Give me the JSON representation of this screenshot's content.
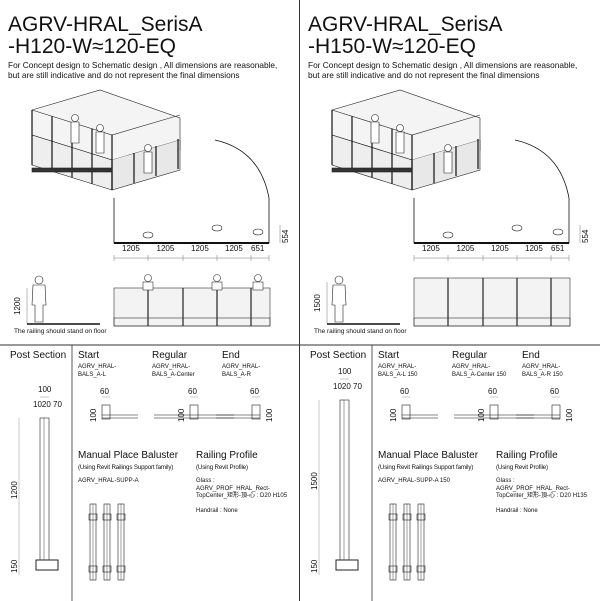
{
  "panels": [
    {
      "title_line1": "AGRV-HRAL_SerisA",
      "title_line2": "-H120-W≈120-EQ",
      "note_line1": "For Concept design to Schematic design , All dimensions are reasonable,",
      "note_line2": "but are still indicative and do not represent the final dimensions",
      "plan_dims": [
        "1205",
        "1205",
        "1205",
        "1205",
        "651"
      ],
      "plan_depth_dim": "554",
      "height_dim": "1200",
      "floor_caption": "The railing should stand on floor",
      "post_section": {
        "title": "Post Section",
        "width_dim": "100",
        "sub_dims": "1020  70",
        "height_dim": "1200",
        "base_dim": "150"
      },
      "start": {
        "title": "Start",
        "code": "AGRV_HRAL-\nBALS_A-L",
        "w": "60",
        "h": "100"
      },
      "regular": {
        "title": "Regular",
        "code": "AGRV_HRAL-\nBALS_A-Center",
        "w": "60",
        "h": "100"
      },
      "end": {
        "title": "End",
        "code": "AGRV_HRAL-\nBALS_A-R",
        "w": "60",
        "h": "100"
      },
      "baluster": {
        "title": "Manual Place Baluster",
        "subtitle": "(Using Revit Railings Support family)",
        "code": "AGRV_HRAL-SUPP-A"
      },
      "profile": {
        "title": "Railing Profile",
        "subtitle": "(Using Revit Profile)",
        "glass": "Glass :\nAGRV_PROF_HRAL_Rect-\nTopCenter_矩形-頂-心 : D20 H105",
        "handrail": "Handrail : None"
      }
    },
    {
      "title_line1": "AGRV-HRAL_SerisA",
      "title_line2": "-H150-W≈120-EQ",
      "note_line1": "For Concept design to Schematic design , All dimensions are reasonable,",
      "note_line2": "but are still indicative and do not represent the final dimensions",
      "plan_dims": [
        "1205",
        "1205",
        "1205",
        "1205",
        "651"
      ],
      "plan_depth_dim": "554",
      "height_dim": "1500",
      "floor_caption": "The railing should stand on floor",
      "post_section": {
        "title": "Post Section",
        "width_dim": "100",
        "sub_dims": "1020 70",
        "height_dim": "1500",
        "base_dim": "150"
      },
      "start": {
        "title": "Start",
        "code": "AGRV_HRAL-\nBALS_A-L 150",
        "w": "60",
        "h": "100"
      },
      "regular": {
        "title": "Regular",
        "code": "AGRV_HRAL-\nBALS_A-Center 150",
        "w": "60",
        "h": "100"
      },
      "end": {
        "title": "End",
        "code": "AGRV_HRAL-\nBALS_A-R 150",
        "w": "60",
        "h": "100"
      },
      "baluster": {
        "title": "Manual Place Baluster",
        "subtitle": "(Using Revit Railings Support family)",
        "code": "AGRV_HRAL-SUPP-A 150"
      },
      "profile": {
        "title": "Railing Profile",
        "subtitle": "(Using Revit Profile)",
        "glass": "Glass :\nAGRV_PROF_HRAL_Rect-\nTopCenter_矩形-頂-心 : D20 H135",
        "handrail": "Handrail : None"
      }
    }
  ],
  "colors": {
    "line": "#111111",
    "grid": "#333333",
    "thin": "#777777"
  }
}
